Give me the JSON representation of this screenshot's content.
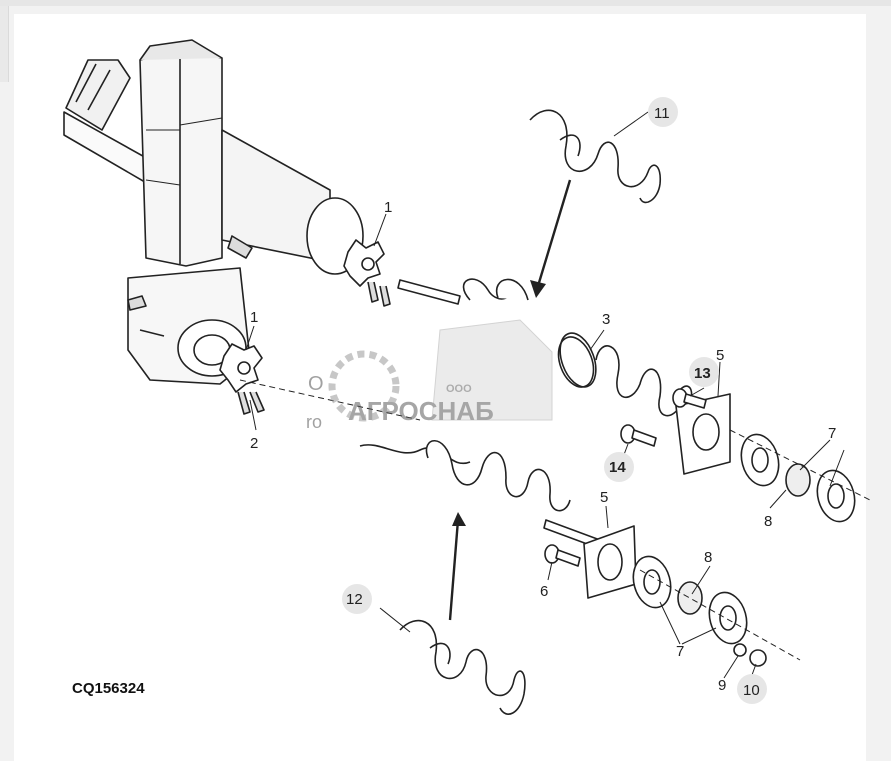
{
  "figure_code": "CQ156324",
  "callouts": {
    "c1a": "1",
    "c1b": "1",
    "c2": "2",
    "c3": "3",
    "c5a": "5",
    "c5b": "5",
    "c6": "6",
    "c7a": "7",
    "c7b": "7",
    "c8a": "8",
    "c8b": "8",
    "c9": "9",
    "c10": "10",
    "c11": "11",
    "c12": "12",
    "c13": "13",
    "c14": "14"
  },
  "watermark": {
    "ooo": "ООО",
    "brand": "АГРОСНАБ",
    "frag1": "О",
    "frag2": "ro"
  }
}
